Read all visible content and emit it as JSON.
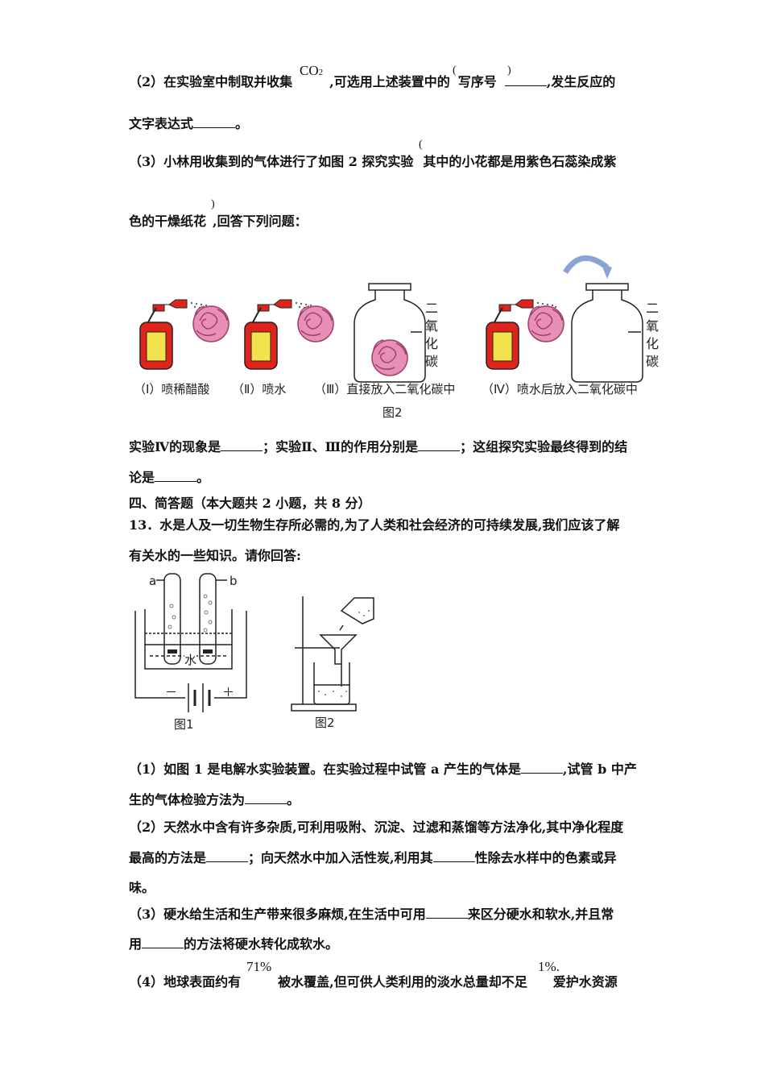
{
  "q12": {
    "p2_a": "（2）在实验室中制取并收集",
    "co2": "CO",
    "co2_sub": "2",
    "p2_b": ",可选用上述装置中的",
    "p2_paren_l": "(",
    "p2_c": "写序号",
    "p2_paren_r": ")",
    "p2_d": ",发生反应的",
    "p2_line2": "文字表达式",
    "p2_end": "。",
    "p3_a": "（3）小林用收集到的气体进行了如图 2 探究实验",
    "p3_paren_l": "(",
    "p3_b": "其中的小花都是用紫色石蕊染成紫",
    "p3_line2": "色的干燥纸花",
    "p3_paren_r": ")",
    "p3_c": ",回答下列问题：",
    "fig_captions": [
      "（Ⅰ）喷稀醋酸",
      "（Ⅱ）喷水",
      "（Ⅲ）直接放入二氧化碳中",
      "（Ⅳ）喷水后放入二氧化碳中"
    ],
    "jar_label": "二氧化碳",
    "fig_title": "图2",
    "q_a": "实验Ⅳ的现象是",
    "q_b": "；实验Ⅱ、Ⅲ的作用分别是",
    "q_c": "；这组探究实验最终得到的结",
    "q_line2": "论是",
    "q_end": "。"
  },
  "section4": "四、简答题（本大题共 2 小题，共 8 分）",
  "q13": {
    "intro1": "13．水是人及一切生物生存所必需的,为了人类和社会经济的可持续发展,我们应该了解",
    "intro2": "有关水的一些知识。请你回答:",
    "fig1": {
      "a": "a",
      "b": "b",
      "water": "水",
      "minus": "－",
      "plus": "＋",
      "caption": "图1"
    },
    "fig2": {
      "caption": "图2"
    },
    "p1_a": "（1）如图 1 是电解水实验装置。在实验过程中试管 a 产生的气体是",
    "p1_b": ",试管 b 中产",
    "p1_line2": "生的气体检验方法为",
    "p1_end": "。",
    "p2_a": "（2）天然水中含有许多杂质,可利用吸附、沉淀、过滤和蒸馏等方法净化,其中净化程度",
    "p2_line2a": "最高的方法是",
    "p2_line2b": "；向天然水中加入活性炭,利用其",
    "p2_line2c": "性除去水样中的色素或异",
    "p2_line3": "味。",
    "p3_a": "（3）硬水给生活和生产带来很多麻烦,在生活中可用",
    "p3_b": "来区分硬水和软水,并且常",
    "p3_line2a": "用",
    "p3_line2b": "的方法将硬水转化成软水。",
    "p4_a": "（4）地球表面约有",
    "pct1": "71%",
    "p4_b": "被水覆盖,但可供人类利用的淡水总量却不足",
    "pct2": "1%.",
    "p4_c": "爱护水资源"
  },
  "colors": {
    "bottle_red": "#e0241b",
    "label_yellow": "#f2e24c",
    "flower_pink": "#e88fb8",
    "arrow_blue": "#8aa4d6"
  }
}
